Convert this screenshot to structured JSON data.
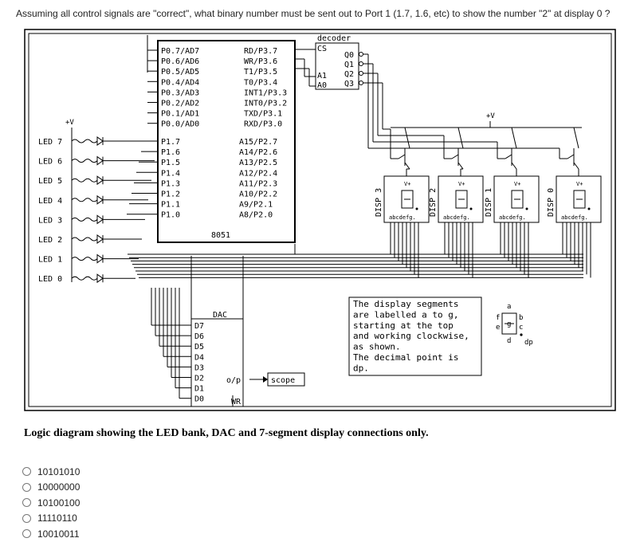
{
  "question": "Assuming all control signals are \"correct\", what binary number must be sent out to Port 1   (1.7, 1.6, etc) to show the number  \"2\" at display 0 ?",
  "diagram": {
    "chip_label": "8051",
    "port0_pins": [
      "P0.7/AD7",
      "P0.6/AD6",
      "P0.5/AD5",
      "P0.4/AD4",
      "P0.3/AD3",
      "P0.2/AD2",
      "P0.1/AD1",
      "P0.0/AD0"
    ],
    "port3_pins": [
      "RD/P3.7",
      "WR/P3.6",
      "T1/P3.5",
      "T0/P3.4",
      "INT1/P3.3",
      "INT0/P3.2",
      "TXD/P3.1",
      "RXD/P3.0"
    ],
    "port1_pins": [
      "P1.7",
      "P1.6",
      "P1.5",
      "P1.4",
      "P1.3",
      "P1.2",
      "P1.1",
      "P1.0"
    ],
    "port2_pins": [
      "A15/P2.7",
      "A14/P2.6",
      "A13/P2.5",
      "A12/P2.4",
      "A11/P2.3",
      "A10/P2.2",
      "A9/P2.1",
      "A8/P2.0"
    ],
    "decoder": {
      "title": "decoder",
      "cs": "CS",
      "a1": "A1",
      "a0": "A0",
      "outputs": [
        "Q0",
        "Q1",
        "Q2",
        "Q3"
      ]
    },
    "vplus": "+V",
    "leds": [
      "LED 7",
      "LED 6",
      "LED 5",
      "LED 4",
      "LED 3",
      "LED 2",
      "LED 1",
      "LED 0"
    ],
    "displays": [
      "DISP 3",
      "DISP 2",
      "DISP 1",
      "DISP 0"
    ],
    "disp_vplus": "V+",
    "segment_label": "abcdefg.",
    "dac": {
      "title": "DAC",
      "inputs": [
        "D7",
        "D6",
        "D5",
        "D4",
        "D3",
        "D2",
        "D1",
        "D0"
      ],
      "out": "o/p",
      "wr": "WR"
    },
    "scope": "scope",
    "note": [
      "The display segments",
      "are labelled a to g,",
      "starting at the top",
      "and working clockwise,",
      "as shown.",
      "The decimal point is",
      "dp."
    ],
    "seg_diagram": {
      "a": "a",
      "b": "b",
      "c": "c",
      "d": "d",
      "e": "e",
      "f": "f",
      "g": "g",
      "dp": "dp"
    }
  },
  "caption": "Logic diagram showing the LED bank, DAC and 7-segment display connections only.",
  "options": [
    "10101010",
    "10000000",
    "10100100",
    "11110110",
    "10010011"
  ]
}
